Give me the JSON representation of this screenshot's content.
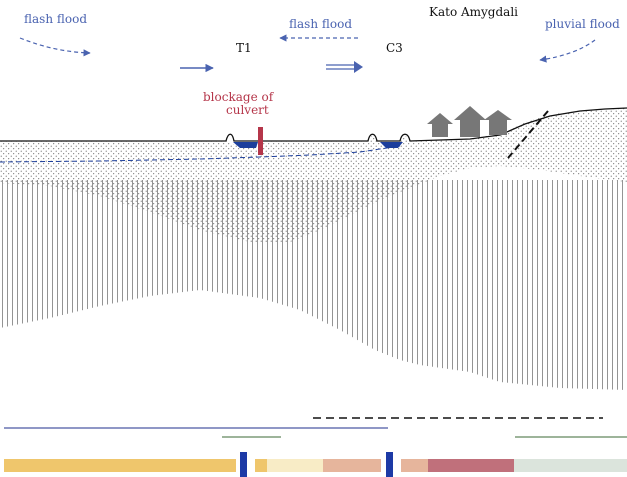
{
  "labels": {
    "flash_flood_left": "flash flood",
    "flash_flood_center": "flash flood",
    "pluvial_flood": "pluvial flood",
    "location": "Kato Amygdali",
    "t1": "T1",
    "c3": "C3",
    "blockage_line1": "blockage of",
    "blockage_line2": "culvert"
  },
  "colors": {
    "flow_arrow": "#4a63b0",
    "water": "#1d3f9c",
    "culvert_block": "#b5364a",
    "ground_line": "#111111",
    "house": "#777777",
    "bar_yellow": "#efc66c",
    "bar_cream": "#f8ecc6",
    "bar_tan": "#e6b59c",
    "bar_rose": "#c0707b",
    "bar_sage": "#dbe4dc",
    "bar_marker": "#1d3aa6",
    "line_blue": "#6a75b3",
    "line_green": "#8fa98b"
  },
  "icons": [
    "house-icon",
    "arrow-right-icon",
    "arrow-left-icon",
    "double-arrow-right-icon",
    "curved-arrow-icon"
  ]
}
